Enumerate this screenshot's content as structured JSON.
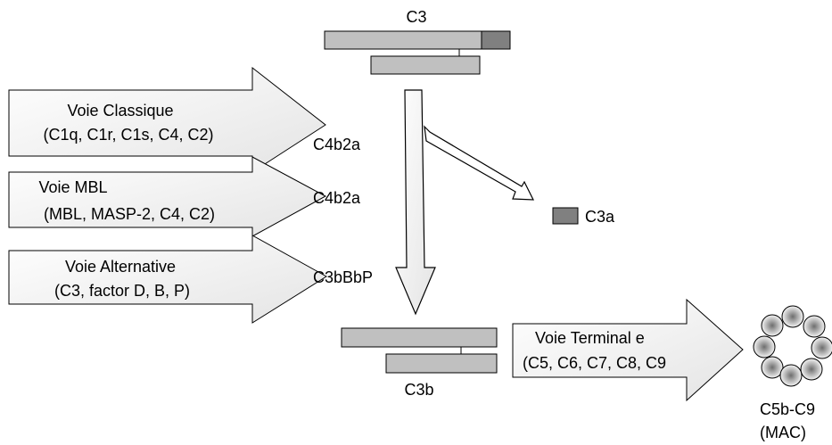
{
  "top_protein": {
    "label": "C3"
  },
  "pathways": [
    {
      "name": "Voie Classique",
      "components": "(C1q, C1r, C1s, C4, C2)",
      "convertase": "C4b2a"
    },
    {
      "name": "Voie MBL",
      "components": "(MBL, MASP-2, C4, C2)",
      "convertase": "C4b2a"
    },
    {
      "name": "Voie Alternative",
      "components": "(C3, factor D, B, P)",
      "convertase": "C3bBbP"
    }
  ],
  "fragments": {
    "small": {
      "label": "C3a"
    },
    "large": {
      "label": "C3b"
    }
  },
  "terminal": {
    "name": "Voie Terminal e",
    "components": "(C5, C6, C7, C8, C9"
  },
  "mac": {
    "label": "C5b-C9",
    "sublabel": "(MAC)"
  },
  "colors": {
    "protein_fill": "#c0c0c0",
    "c3a_fill": "#808080",
    "arrow_fill": "#ffffff",
    "arrow_gradient_end": "#e6e6e6",
    "stroke": "#000000"
  }
}
